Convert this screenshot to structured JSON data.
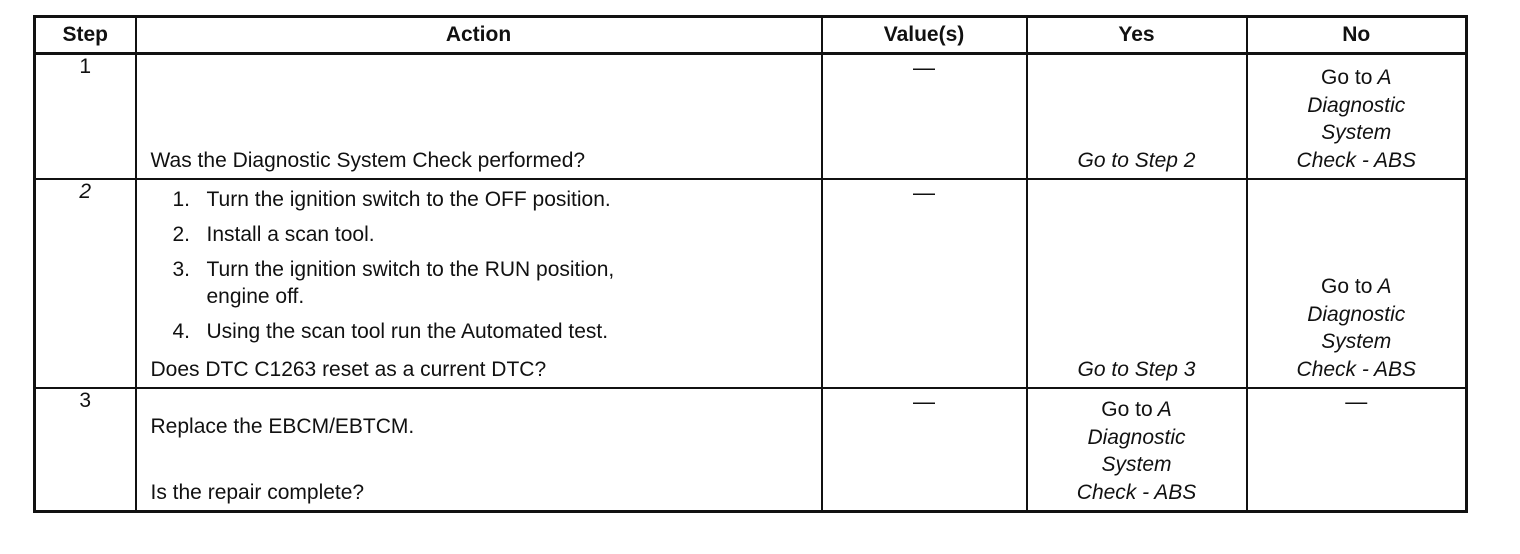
{
  "headers": {
    "step": "Step",
    "action": "Action",
    "values": "Value(s)",
    "yes": "Yes",
    "no": "No"
  },
  "rows": [
    {
      "step": "1",
      "action_question": "Was the Diagnostic System Check performed?",
      "value": "—",
      "yes": "Go to Step 2",
      "no": {
        "prefix": "Go to",
        "line1_italic": "A",
        "line2": "Diagnostic",
        "line3": "System",
        "line4": "Check - ABS"
      }
    },
    {
      "step": "2",
      "action_steps": [
        {
          "num": "1.",
          "text": "Turn the ignition switch to the OFF position."
        },
        {
          "num": "2.",
          "text": "Install a scan tool."
        },
        {
          "num": "3.",
          "text": "Turn the ignition switch to the RUN position,",
          "text2": "engine off."
        },
        {
          "num": "4.",
          "text": "Using the scan tool run the Automated test."
        }
      ],
      "action_question": "Does DTC C1263 reset as a current DTC?",
      "value": "—",
      "yes": "Go to Step 3",
      "no": {
        "prefix": "Go to",
        "line1_italic": "A",
        "line2": "Diagnostic",
        "line3": "System",
        "line4": "Check - ABS"
      }
    },
    {
      "step": "3",
      "action_text": "Replace the EBCM/EBTCM.",
      "action_question": "Is the repair complete?",
      "value": "—",
      "yes": {
        "prefix": "Go to",
        "line1_italic": "A",
        "line2": "Diagnostic",
        "line3": "System",
        "line4": "Check - ABS"
      },
      "no": "—"
    }
  ]
}
